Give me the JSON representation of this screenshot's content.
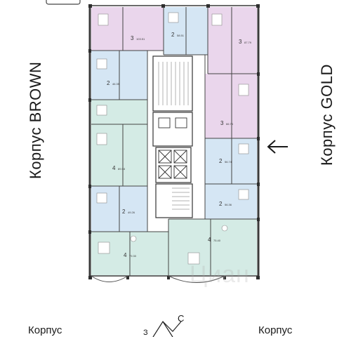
{
  "labels": {
    "building_left": "Корпус BROWN",
    "building_right": "Корпус GOLD",
    "bottom_left": "Корпус",
    "bottom_right": "Корпус",
    "compass_north": "С",
    "compass_west": "З",
    "watermark": "Циан"
  },
  "units": [
    {
      "rooms": "3",
      "area": "103.51"
    },
    {
      "rooms": "2",
      "area": "58.51"
    },
    {
      "rooms": "3",
      "area": "87.79"
    },
    {
      "rooms": "2",
      "area": "46.35"
    },
    {
      "rooms": "3",
      "area": "66.74"
    },
    {
      "rooms": "4",
      "area": "89.58"
    },
    {
      "rooms": "2",
      "area": "56.74"
    },
    {
      "rooms": "2",
      "area": "49.26"
    },
    {
      "rooms": "2",
      "area": "56.36"
    },
    {
      "rooms": "4",
      "area": "79.30"
    },
    {
      "rooms": "4",
      "area": "75.40"
    }
  ],
  "colors": {
    "pink": "#ead6ec",
    "blue": "#d5e6f4",
    "green": "#d4ebe5",
    "wall": "#3a3a3a",
    "arrow": "#1a1a1a"
  }
}
